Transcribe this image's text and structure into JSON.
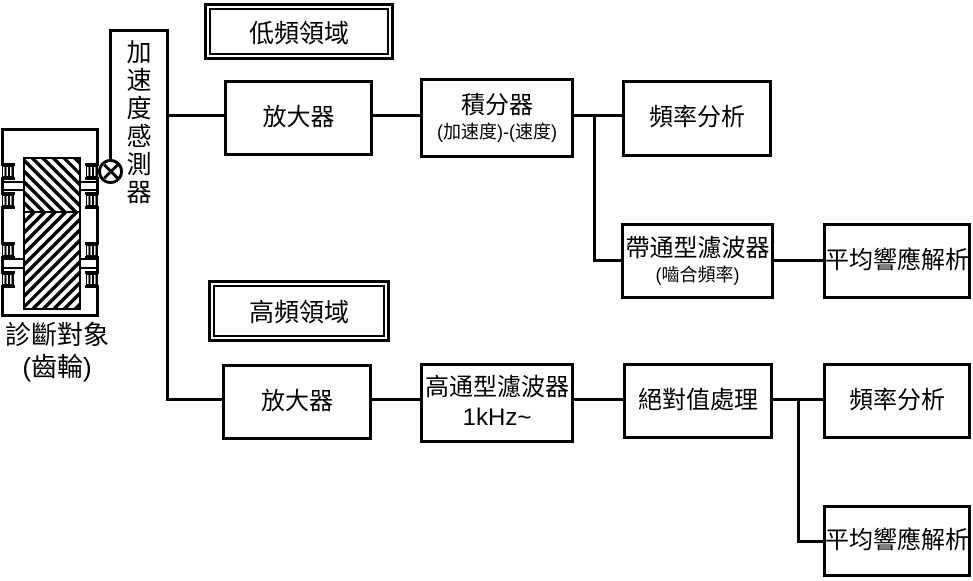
{
  "page": {
    "background": "#ffffff",
    "line_color": "#000000"
  },
  "gear_unit": {
    "caption_line1": "診斷對象",
    "caption_line2": "(齒輪)",
    "sensor_label": "加速度感測器",
    "sensor_symbol": "crossed-circle"
  },
  "low_frequency_chain": {
    "header": "低頻領域",
    "amplifier": "放大器",
    "integrator_title": "積分器",
    "integrator_subtitle": "(加速度)-(速度)",
    "frequency_analysis": "頻率分析",
    "bandpass_title": "帶通型濾波器",
    "bandpass_subtitle": "(嚙合頻率)",
    "average_response": "平均響應解析"
  },
  "high_frequency_chain": {
    "header": "高頻領域",
    "amplifier": "放大器",
    "highpass_title": "高通型濾波器",
    "highpass_subtitle": "1kHz~",
    "absolute_value": "絕對值處理",
    "frequency_analysis": "頻率分析",
    "average_response": "平均響應解析"
  }
}
